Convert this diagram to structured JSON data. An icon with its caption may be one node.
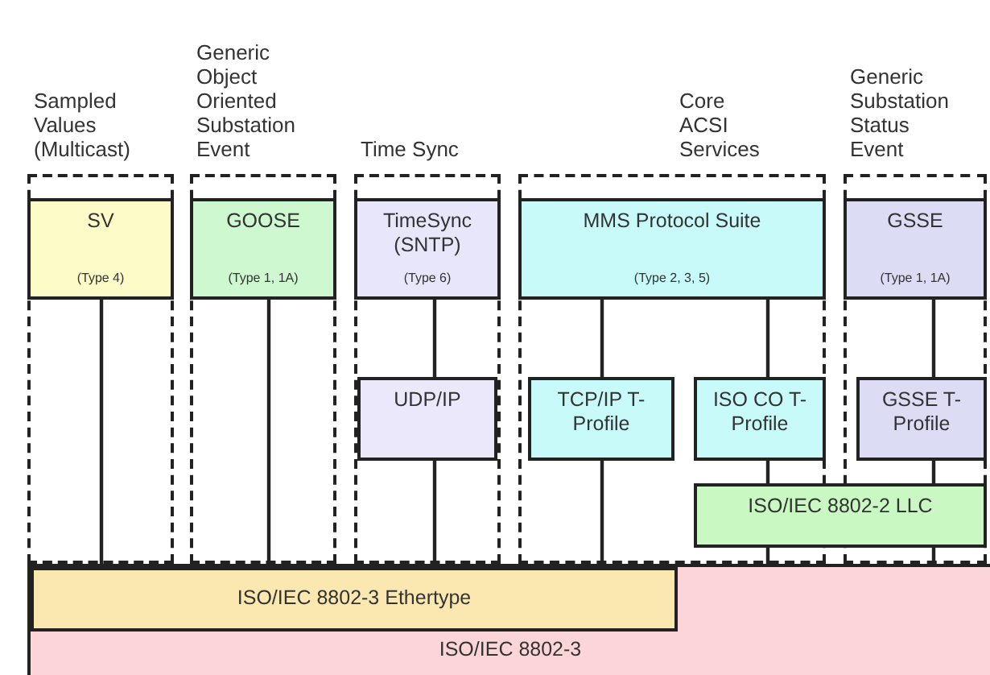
{
  "diagram": {
    "nodes": [
      {
        "text": [
          "Sampled Values (Multicast)"
        ]
      },
      {
        "text": [
          "SV",
          "(Type 4)"
        ],
        "in": 0
      },
      {
        "text": [
          "Generic Object Oriented Substation Event"
        ]
      },
      {
        "text": [
          "GOOSE",
          "(Type 1, 1A)"
        ],
        "in": 2
      },
      {
        "text": [
          "Time Sync"
        ]
      },
      {
        "text": [
          "TimeSync (SNTP)",
          "(Type 6)"
        ],
        "in": 4
      },
      {
        "text": [
          "UDP/IP"
        ],
        "in": 4
      },
      {
        "text": [
          "Core ACSI Services"
        ]
      },
      {
        "text": [
          "MMS Protocol Suite",
          "(Type 2, 3, 5)"
        ],
        "in": 7
      },
      {
        "text": [
          "TCP/IP T-Profile"
        ],
        "in": 7
      },
      {
        "text": [
          "ISO CO T-Profile"
        ],
        "in": 7
      },
      {
        "text": [
          "Generic Substation Status Event"
        ]
      },
      {
        "text": [
          "GSSE",
          "(Type 1, 1A)"
        ],
        "in": 11
      },
      {
        "text": [
          "GSSE T-Profile"
        ],
        "in": 11
      },
      {
        "text": [
          "ISO/IEC 8802-2 LLC"
        ]
      },
      {
        "text": [
          "ISO/IEC 8802-3"
        ]
      },
      {
        "text": [
          "ISO/IEC 8802-3 Ethertype"
        ],
        "in": 15
      }
    ],
    "edges": [
      {
        "from": 1,
        "to": 16,
        "arrow": "none"
      },
      {
        "from": 3,
        "to": 16,
        "arrow": "none"
      },
      {
        "from": 5,
        "to": 6,
        "arrow": "none"
      },
      {
        "from": 6,
        "to": 16,
        "arrow": "none"
      },
      {
        "from": 8,
        "to": 9,
        "arrow": "none"
      },
      {
        "from": 9,
        "to": 16,
        "arrow": "none"
      },
      {
        "from": 8,
        "to": 10,
        "arrow": "none"
      },
      {
        "from": 10,
        "to": 14,
        "arrow": "none"
      },
      {
        "from": 14,
        "to": 15,
        "arrow": "none"
      },
      {
        "from": 12,
        "to": 13,
        "arrow": "none"
      },
      {
        "from": 13,
        "to": 14,
        "arrow": "none"
      },
      {
        "from": 14,
        "to": 15,
        "arrow": "none"
      }
    ]
  }
}
